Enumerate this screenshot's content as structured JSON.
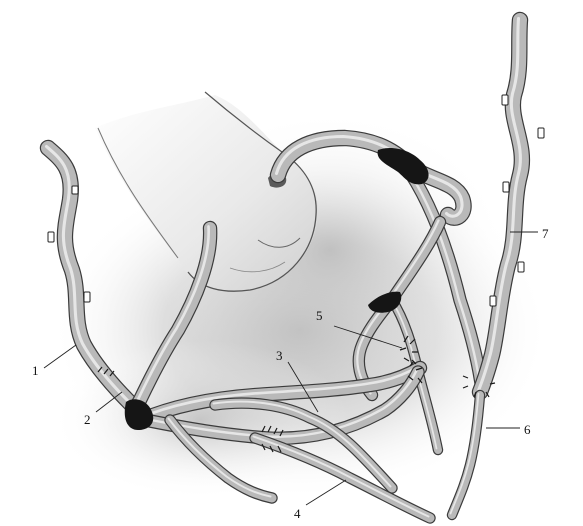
{
  "labels": {
    "l1": "1",
    "l2": "2",
    "l3": "3",
    "l4": "4",
    "l5": "5",
    "l6": "6",
    "l7": "7"
  },
  "colors": {
    "background": "#ffffff",
    "shadow": "#bdbdbd",
    "heart_outline": "#555555",
    "vessel_fill": "#b9b9b9",
    "vessel_outline": "#3b3b3b",
    "anastomosis": "#151515"
  }
}
